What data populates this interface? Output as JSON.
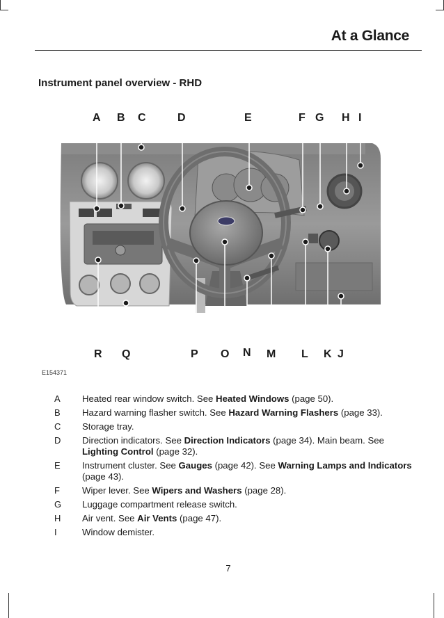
{
  "header": {
    "title": "At a Glance"
  },
  "section": {
    "heading": "Instrument panel overview - RHD"
  },
  "figure": {
    "id": "E154371",
    "top_labels": [
      "A",
      "B",
      "C",
      "D",
      "E",
      "F",
      "G",
      "H",
      "I"
    ],
    "bottom_labels": [
      "R",
      "Q",
      "P",
      "O",
      "N",
      "M",
      "L",
      "K",
      "J"
    ]
  },
  "legend": [
    {
      "key": "A",
      "parts": [
        {
          "t": "Heated rear window switch.  See ",
          "b": false
        },
        {
          "t": "Heated Windows",
          "b": true
        },
        {
          "t": " (page 50).",
          "b": false
        }
      ]
    },
    {
      "key": "B",
      "parts": [
        {
          "t": "Hazard warning flasher switch.  See ",
          "b": false
        },
        {
          "t": "Hazard Warning Flashers",
          "b": true
        },
        {
          "t": " (page 33).",
          "b": false
        }
      ]
    },
    {
      "key": "C",
      "parts": [
        {
          "t": "Storage tray.",
          "b": false
        }
      ]
    },
    {
      "key": "D",
      "parts": [
        {
          "t": "Direction indicators.  See ",
          "b": false
        },
        {
          "t": "Direction Indicators",
          "b": true
        },
        {
          "t": " (page 34).  Main beam.  See ",
          "b": false
        },
        {
          "t": "Lighting Control",
          "b": true
        },
        {
          "t": " (page 32).",
          "b": false
        }
      ]
    },
    {
      "key": "E",
      "parts": [
        {
          "t": "Instrument cluster.  See ",
          "b": false
        },
        {
          "t": "Gauges",
          "b": true
        },
        {
          "t": " (page 42).  See ",
          "b": false
        },
        {
          "t": "Warning Lamps and Indicators",
          "b": true
        },
        {
          "t": " (page 43).",
          "b": false
        }
      ]
    },
    {
      "key": "F",
      "parts": [
        {
          "t": "Wiper lever.  See ",
          "b": false
        },
        {
          "t": "Wipers and Washers",
          "b": true
        },
        {
          "t": " (page 28).",
          "b": false
        }
      ]
    },
    {
      "key": "G",
      "parts": [
        {
          "t": "Luggage compartment release switch.",
          "b": false
        }
      ]
    },
    {
      "key": "H",
      "parts": [
        {
          "t": "Air vent.  See ",
          "b": false
        },
        {
          "t": "Air Vents",
          "b": true
        },
        {
          "t": " (page 47).",
          "b": false
        }
      ]
    },
    {
      "key": "I",
      "parts": [
        {
          "t": "Window demister.",
          "b": false
        }
      ]
    }
  ],
  "footer": {
    "page_number": "7"
  }
}
